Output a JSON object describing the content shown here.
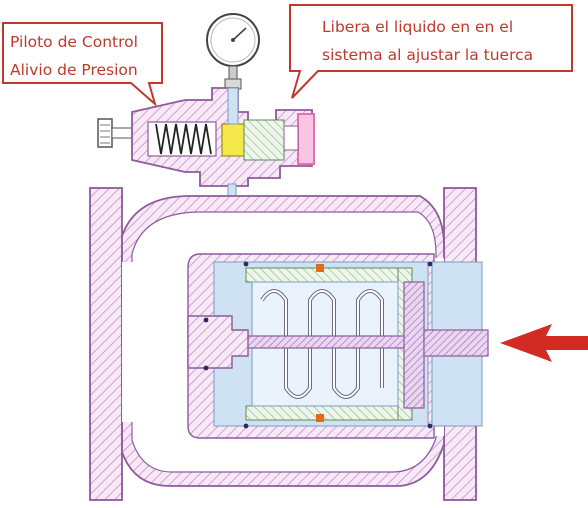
{
  "callouts": {
    "left": {
      "line1": "Piloto de Control",
      "line2": "Alivio de Presion"
    },
    "right": {
      "line1": "Libera el liquido en en el",
      "line2": "sistema al ajustar la tuerca"
    }
  },
  "colors": {
    "callout_border": "#c0392b",
    "callout_text": "#c0392b",
    "body_outline": "#8e5a9c",
    "body_hatch": "#c98ccf",
    "fluid_fill": "#cfe2f3",
    "internal_hatch_green": "#8bb88b",
    "pilot_seat_yellow": "#f4e84a",
    "pilot_cap_pink": "#e46fb0",
    "flow_arrow": "#d12b24",
    "seal_orange": "#e06b1c",
    "gauge_outline": "#444444"
  },
  "icons": {
    "flow_arrow": "arrow-left-icon",
    "pressure_gauge": "pressure-gauge-icon"
  }
}
